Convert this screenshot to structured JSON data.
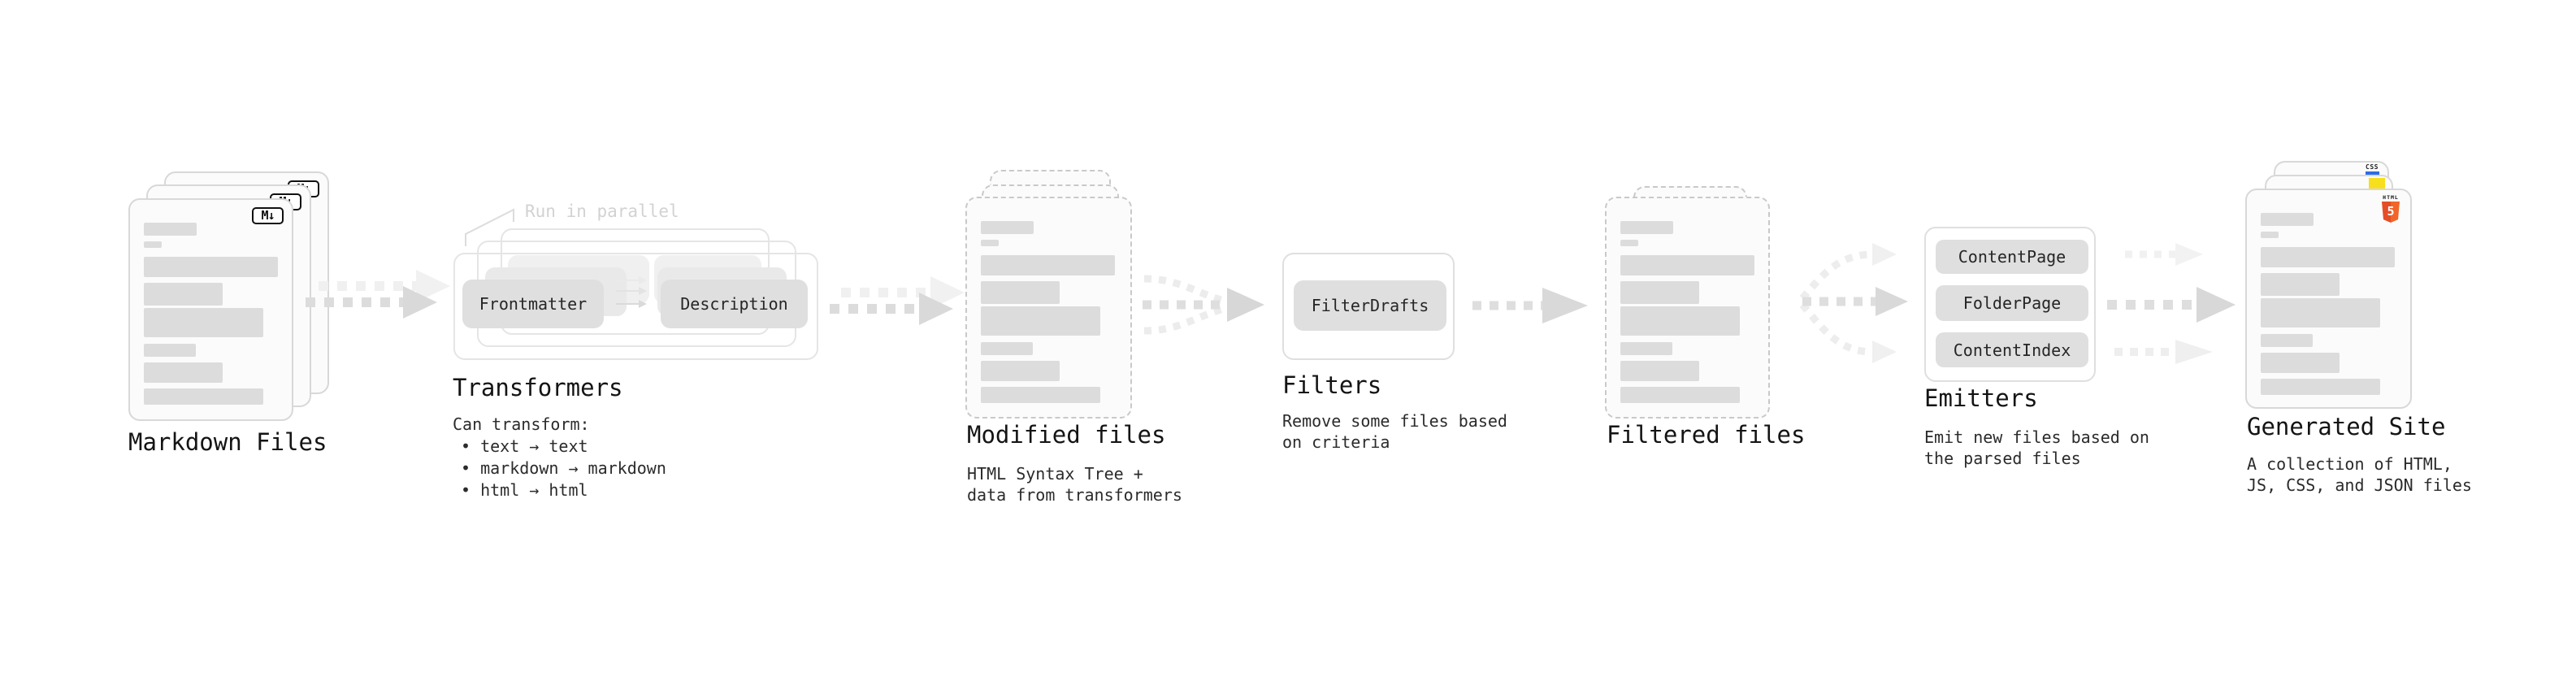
{
  "stages": {
    "markdown": {
      "label": "Markdown Files",
      "badge": "M↓"
    },
    "transformers": {
      "label": "Transformers",
      "annotation": "Run in parallel",
      "pills": {
        "frontmatter": "Frontmatter",
        "description": "Description"
      },
      "blurb_title": "Can transform:",
      "bullets": [
        "• text → text",
        "• markdown → markdown",
        "• html → html"
      ]
    },
    "modified": {
      "label": "Modified files",
      "blurb": [
        "HTML Syntax Tree +",
        "data from transformers"
      ]
    },
    "filters": {
      "label": "Filters",
      "pill": "FilterDrafts",
      "blurb": [
        "Remove some files based",
        "on criteria"
      ]
    },
    "filtered": {
      "label": "Filtered files"
    },
    "emitters": {
      "label": "Emitters",
      "pills": [
        "ContentPage",
        "FolderPage",
        "ContentIndex"
      ],
      "blurb": [
        "Emit new files based on",
        "the parsed files"
      ]
    },
    "generated": {
      "label": "Generated Site",
      "blurb": [
        "A collection of HTML,",
        "JS, CSS, and JSON files"
      ],
      "badges": {
        "css": "CSS",
        "html_word": "HTML",
        "html_digit": "5"
      }
    }
  },
  "colors": {
    "html5_orange": "#e44d26",
    "js_yellow": "#f7df1e",
    "css_blue": "#2e6be6",
    "card_border": "#d8d8d8",
    "dashed_border": "#c9c9c9",
    "placeholder_bar": "#dcdcdc",
    "pill_bg": "#dfdfdf"
  }
}
